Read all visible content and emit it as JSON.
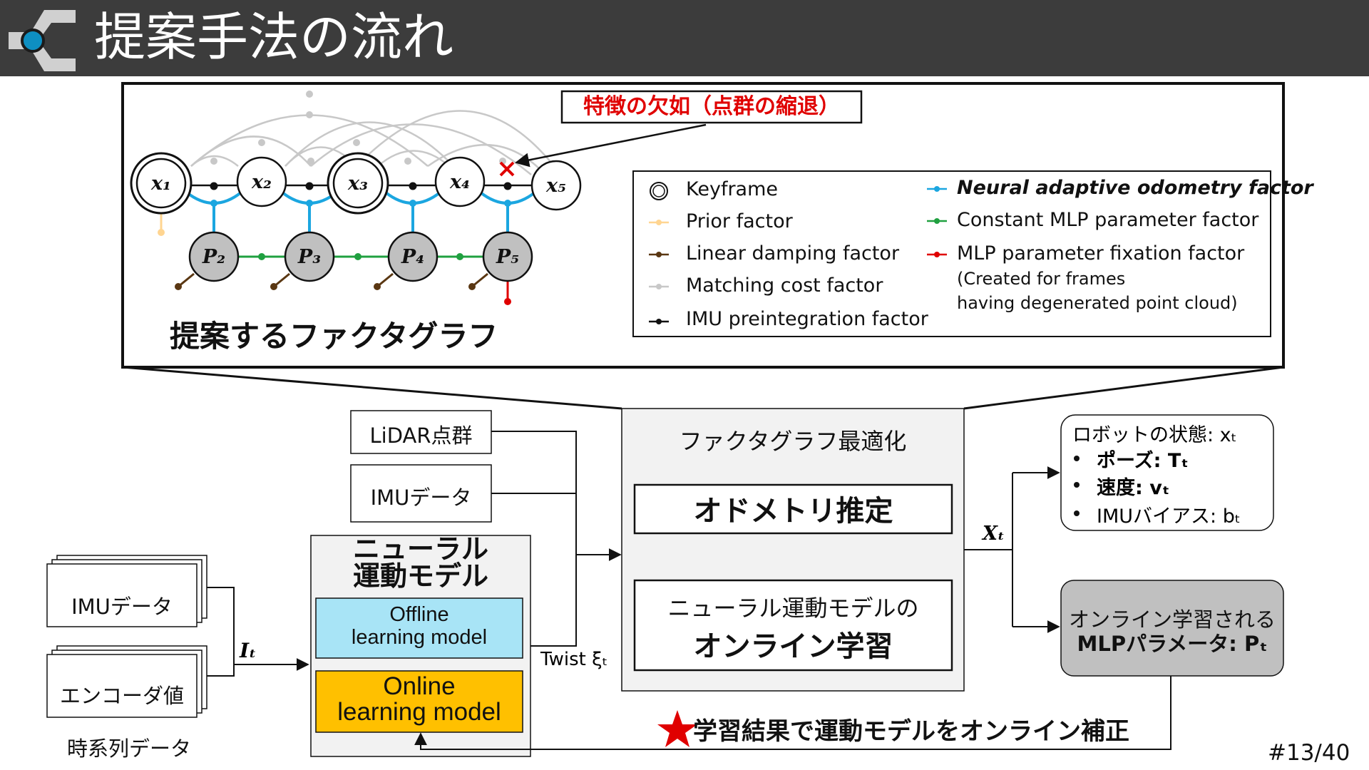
{
  "header": {
    "title": "提案手法の流れ",
    "logo_icon": "lab-logo-icon",
    "accent_color": "#0e8fc2"
  },
  "factor_graph": {
    "title": "提案するファクタグラフ",
    "degeneracy_label": "特徴の欠如（点群の縮退）",
    "states": [
      "x₁",
      "x₂",
      "x₃",
      "x₄",
      "x₅"
    ],
    "params": [
      "P₂",
      "P₃",
      "P₄",
      "P₅"
    ],
    "legend": {
      "keyframe": "Keyframe",
      "prior": "Prior factor",
      "linear_damping": "Linear damping factor",
      "matching": "Matching cost factor",
      "imu": "IMU preintegration factor",
      "neural": "Neural adaptive odometry factor",
      "constant_mlp": "Constant MLP parameter factor",
      "mlp_fixation": "MLP parameter fixation factor",
      "note_line1": "(Created for frames",
      "note_line2": "having degenerated point cloud)"
    },
    "colors": {
      "prior": "#ffd591",
      "damping": "#5a3712",
      "matching": "#c8c8c8",
      "imu": "#000000",
      "neural": "#1ba6e0",
      "constant": "#20a040",
      "fixation": "#e00000"
    }
  },
  "inputs": {
    "lidar": "LiDAR点群",
    "imu_top": "IMUデータ",
    "imu_left": "IMUデータ",
    "encoder": "エンコーダ値",
    "timeseries_label": "時系列データ",
    "input_symbol": "Iₜ"
  },
  "neural_model": {
    "title_line1": "ニューラル",
    "title_line2": "運動モデル",
    "offline_line1": "Offline",
    "offline_line2": "learning model",
    "online_line1": "Online",
    "online_line2": "learning model",
    "twist_label": "Twist ξₜ"
  },
  "optimization": {
    "title": "ファクタグラフ最適化",
    "odometry": "オドメトリ推定",
    "online_line1": "ニューラル運動モデルの",
    "online_line2": "オンライン学習",
    "output_symbol": "Xₜ"
  },
  "robot_state": {
    "title": "ロボットの状態: xₜ",
    "pose": "ポーズ: Tₜ",
    "velocity": "速度: vₜ",
    "imu_bias": "IMUバイアス: bₜ"
  },
  "mlp_params": {
    "line1": "オンライン学習される",
    "line2": "MLPパラメータ: Pₜ"
  },
  "feedback": {
    "label": "学習結果で運動モデルをオンライン補正"
  },
  "footer": {
    "page_number": "#13/40"
  }
}
